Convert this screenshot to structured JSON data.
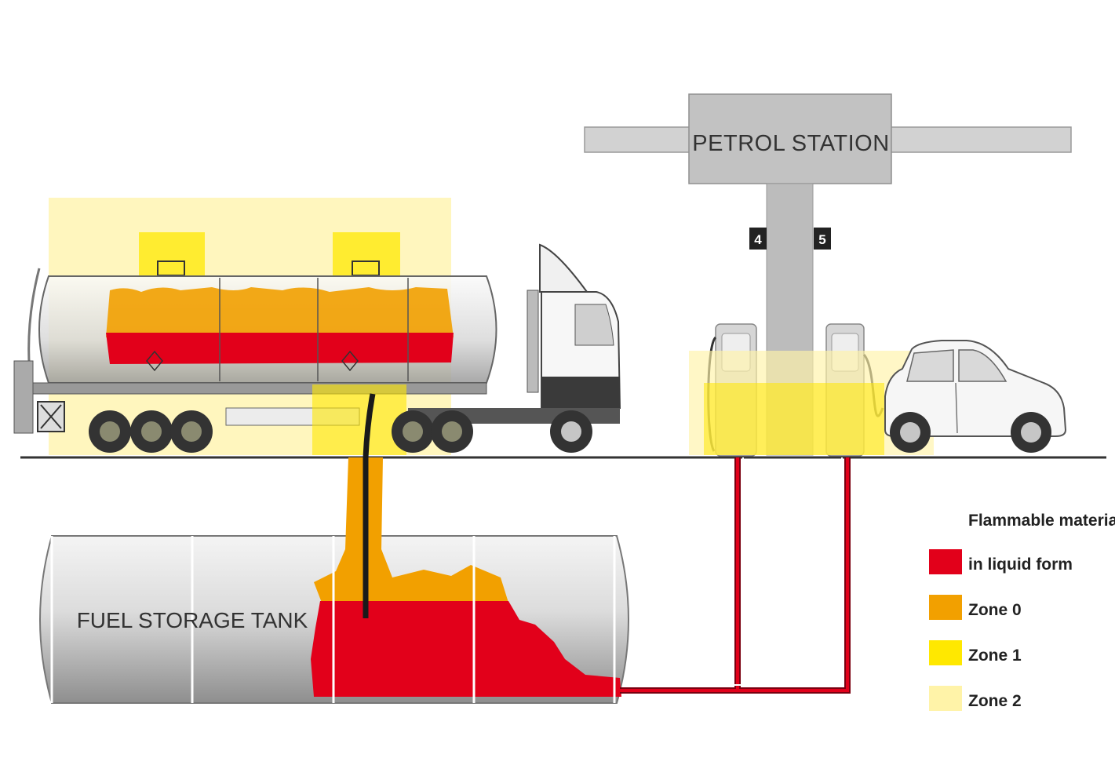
{
  "labels": {
    "petrol_station": "PETROL STATION",
    "fuel_storage_tank": "FUEL STORAGE TANK",
    "pump_4": "4",
    "pump_5": "5"
  },
  "legend": {
    "title": "Flammable material",
    "items": [
      {
        "label": "in liquid form",
        "color": "#e2001a"
      },
      {
        "label": "Zone 0",
        "color": "#f2a000"
      },
      {
        "label": "Zone 1",
        "color": "#ffe800"
      },
      {
        "label": "Zone 2",
        "color": "#fff3a8"
      }
    ]
  },
  "colors": {
    "liquid": "#e2001a",
    "zone0": "#f2a000",
    "zone1": "#ffe800",
    "zone2": "#fff3a8",
    "tank_grey": "#c9c9c9",
    "structure_grey": "#bdbdbd",
    "ground_line": "#333333"
  }
}
